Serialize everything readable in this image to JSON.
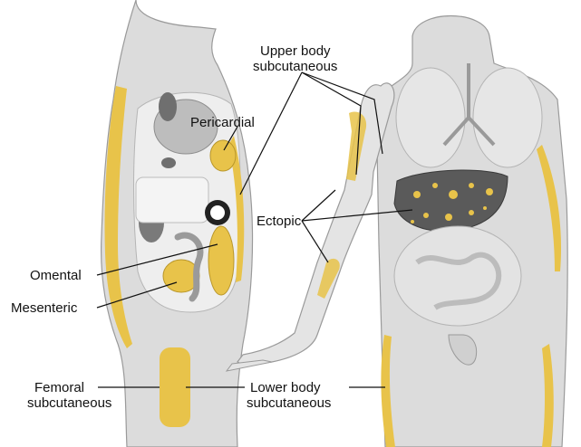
{
  "labels": {
    "upper_body_line1": "Upper body",
    "upper_body_line2": "subcutaneous",
    "pericardial": "Pericardial",
    "ectopic": "Ectopic",
    "omental": "Omental",
    "mesenteric": "Mesenteric",
    "femoral_line1": "Femoral",
    "femoral_line2": "subcutaneous",
    "lower_body_line1": "Lower body",
    "lower_body_line2": "subcutaneous"
  },
  "colors": {
    "body": "#dcdcdc",
    "body_light": "#ececec",
    "fat": "#e8c34a",
    "organ_dark": "#6f6f6f",
    "liver": "#5a5a5a",
    "line": "#111111"
  }
}
